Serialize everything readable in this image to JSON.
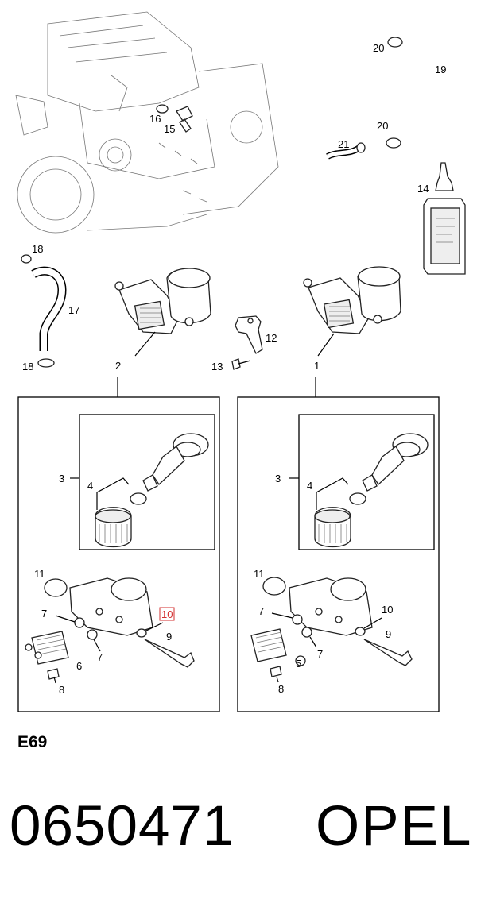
{
  "callouts": {
    "c1": "1",
    "c2": "2",
    "c3": "3",
    "c4": "4",
    "c5": "5",
    "c6": "6",
    "c7": "7",
    "c8": "8",
    "c9": "9",
    "c10": "10",
    "c11": "11",
    "c12": "12",
    "c13": "13",
    "c14": "14",
    "c15": "15",
    "c16": "16",
    "c17": "17",
    "c18": "18",
    "c19": "19",
    "c20": "20",
    "c21": "21"
  },
  "highlight_color": "#d32f2f",
  "code": "E69",
  "part_number": "0650471",
  "brand": "OPEL"
}
